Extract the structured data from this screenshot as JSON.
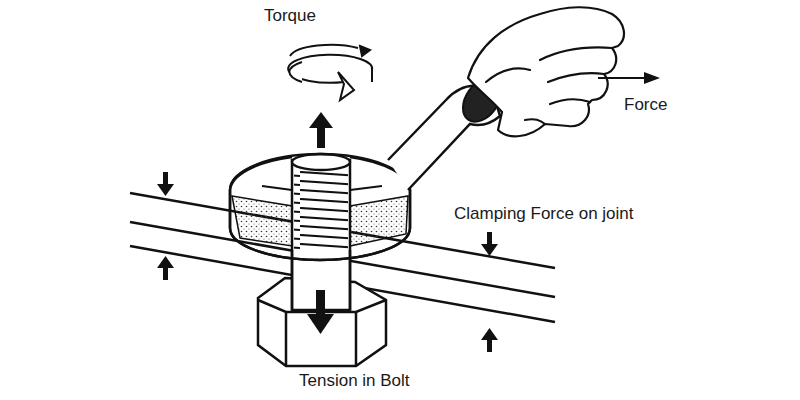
{
  "diagram": {
    "labels": [
      "Torque",
      "Force",
      "Clamping Force on joint",
      "Tension in Bolt"
    ]
  }
}
